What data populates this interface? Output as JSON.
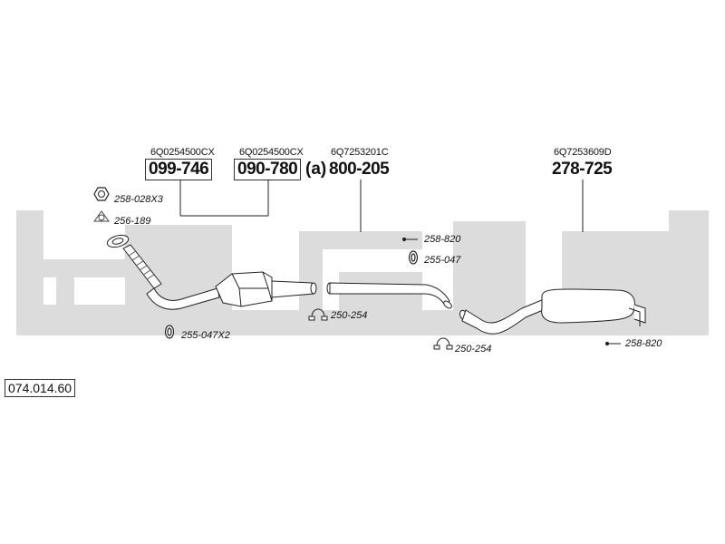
{
  "parts": [
    {
      "ref": "6Q0254500CX",
      "number": "099-746",
      "boxed": true,
      "suffix": ""
    },
    {
      "ref": "6Q0254500CX",
      "number": "090-780",
      "boxed": true,
      "suffix": "(a)"
    },
    {
      "ref": "6Q7253201C",
      "number": "800-205",
      "boxed": false,
      "suffix": ""
    },
    {
      "ref": "6Q7253609D",
      "number": "278-725",
      "boxed": false,
      "suffix": ""
    }
  ],
  "labels": {
    "nut": "258-028X3",
    "gasket": "256-189",
    "hanger1": "258-820",
    "ring1": "255-047",
    "clamp1": "250-254",
    "ring2": "255-047X2",
    "clamp2": "250-254",
    "hanger2": "258-820"
  },
  "catalog_number": "074.014.60",
  "watermark_color": "#dcdcdc"
}
